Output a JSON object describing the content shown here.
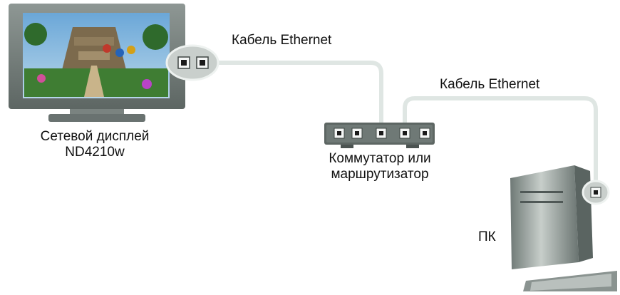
{
  "diagram": {
    "cable_label_top": "Кабель Ethernet",
    "cable_label_right": "Кабель Ethernet",
    "display_label_line1": "Сетевой дисплей",
    "display_label_line2": "ND4210w",
    "switch_label_line1": "Коммутатор или",
    "switch_label_line2": "маршрутизатор",
    "pc_label": "ПК"
  },
  "colors": {
    "cable": "#dfe6e3",
    "device_dark": "#5d6663",
    "device_mid": "#a9b1ae",
    "port_bezel": "#c9cfcc"
  }
}
